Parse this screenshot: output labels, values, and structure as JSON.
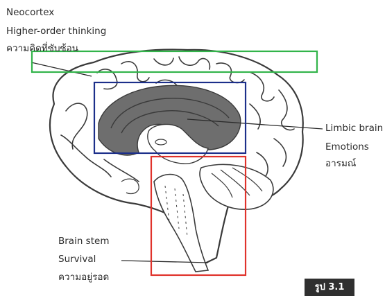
{
  "labels": {
    "neocortex": [
      "Neocortex",
      "Higher-order thinking",
      "ความคิดที่ซับซ้อน"
    ],
    "limbic": [
      "Limbic brain",
      "Emotions",
      "อารมณ์"
    ],
    "brainstem": [
      "Brain stem",
      "Survival",
      "ความอยู่รอด"
    ]
  },
  "figure_label": "รูป 3.1",
  "highlight_colors": {
    "neocortex": "#32b44a",
    "limbic": "#1c2f8a",
    "brainstem": "#e0322b"
  }
}
